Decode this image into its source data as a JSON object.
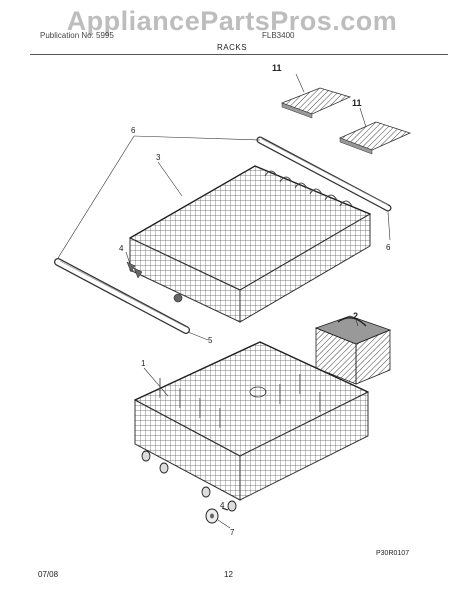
{
  "watermark": "AppliancePartsPros.com",
  "header": {
    "left_text": "Publication No: 5995",
    "right_text": "FLB3400",
    "section_title": "RACKS"
  },
  "callouts": {
    "c1": "1",
    "c2": "2",
    "c3": "3",
    "c4a": "4",
    "c4b": "4",
    "c5": "5",
    "c6a": "6",
    "c6b": "6",
    "c7": "7",
    "c11a": "11",
    "c11b": "11"
  },
  "diagram_code": "P30R0107",
  "footer": {
    "date": "07/08",
    "page_number": "12"
  },
  "colors": {
    "line": "#333333",
    "wire": "#555555",
    "watermark": "#bdbdbd"
  }
}
